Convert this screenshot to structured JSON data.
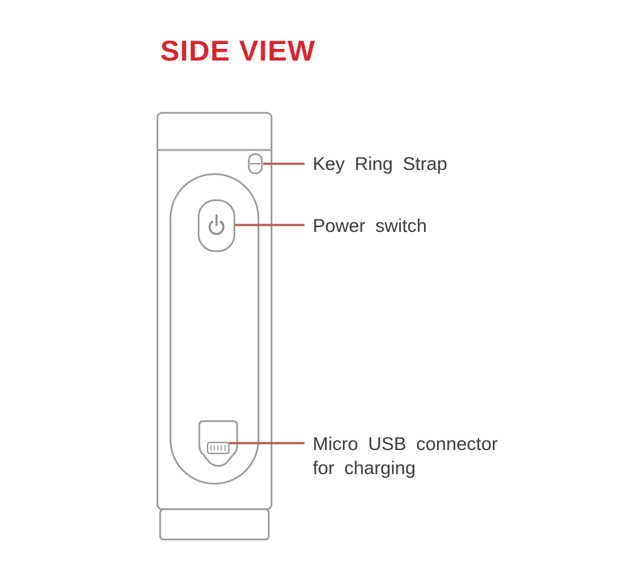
{
  "title": "SIDE VIEW",
  "labels": {
    "key_ring_strap": "Key Ring Strap",
    "power_switch": "Power switch",
    "micro_usb_line1": "Micro USB connector",
    "micro_usb_line2": "for charging"
  },
  "icons": {
    "power_button": "power-symbol-icon"
  },
  "colors": {
    "title_red": "#d8262c",
    "leader_line": "#b2534b",
    "device_outline": "#9a9a9a",
    "label_text": "#3b3b3b",
    "background": "#ffffff"
  }
}
